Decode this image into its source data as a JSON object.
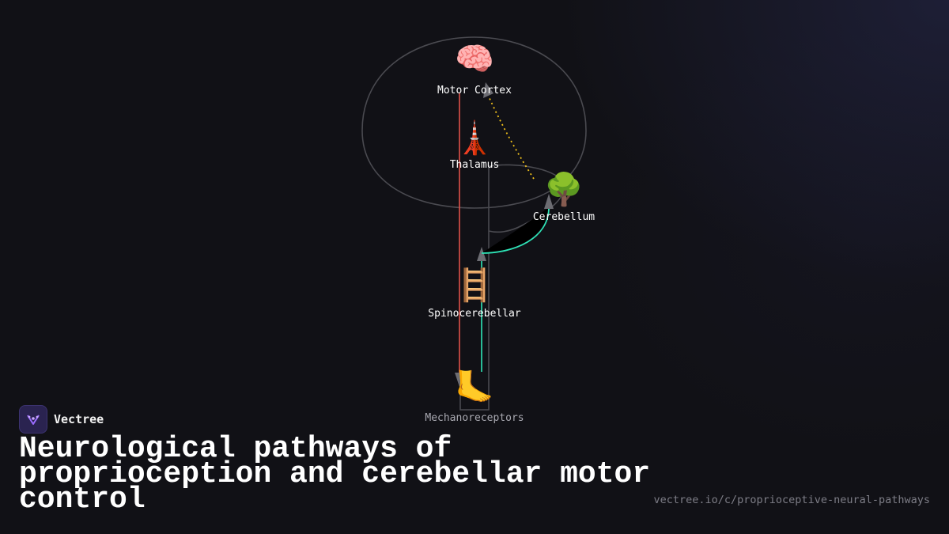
{
  "brand": {
    "name": "Vectree"
  },
  "title": "Neurological pathways of proprioception and cerebellar motor control",
  "url": "vectree.io/c/proprioceptive-neural-pathways",
  "nodes": {
    "motor_cortex": {
      "label": "Motor Cortex",
      "icon": "brain-icon",
      "glyph": "🧠"
    },
    "thalamus": {
      "label": "Thalamus",
      "icon": "tower-icon",
      "glyph": "🗼"
    },
    "cerebellum": {
      "label": "Cerebellum",
      "icon": "tree-icon",
      "glyph": "🌳"
    },
    "spinocerebellar": {
      "label": "Spinocerebellar",
      "icon": "ladder-icon",
      "glyph": "🪜"
    },
    "mechanoreceptors": {
      "label": "Mechanoreceptors",
      "icon": "foot-icon",
      "glyph": "🦶"
    }
  },
  "colors": {
    "background": "#111116",
    "outline": "#4a4a50",
    "motor_pathway": "#e0524a",
    "sensory_pathway": "#2ee6b8",
    "feedback_pathway": "#f2c21b",
    "arrowhead": "#6c6c72",
    "brand_accent": "#9b6cff"
  }
}
